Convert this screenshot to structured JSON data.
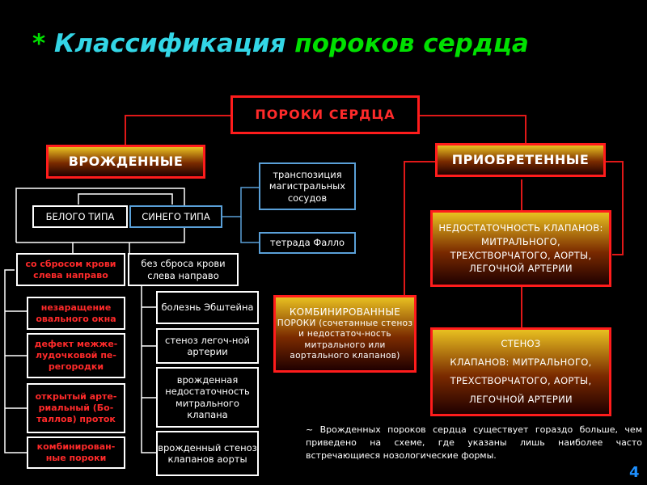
{
  "title": {
    "star": "*",
    "part1": "Классификация",
    "part2": "пороков сердца"
  },
  "root": "ПОРОКИ СЕРДЦА",
  "congenital": {
    "label": "ВРОЖДЕННЫЕ",
    "white": "БЕЛОГО ТИПА",
    "blue": "СИНЕГО ТИПА",
    "blue_items": [
      "транспозиция магистральных сосудов",
      "тетрада Фалло"
    ],
    "with_shunt": "со сбросом крови слева направо",
    "without_shunt": "без сброса крови слева направо",
    "with_shunt_items": [
      "незаращение овального окна",
      "дефект межже-лудочковой пе-регородки",
      "открытый арте-риальный (Бо-таллов) проток",
      "комбинирован-ные пороки"
    ],
    "without_shunt_items": [
      "болезнь Эбштейна",
      "стеноз легоч-ной артерии",
      "врожденная недостаточность митрального клапана",
      "врожденный стеноз клапанов аорты"
    ]
  },
  "acquired": {
    "label": "ПРИОБРЕТЕННЫЕ",
    "insufficiency": "НЕДОСТАТОЧНОСТЬ КЛАПАНОВ: МИТРАЛЬНОГО, ТРЕХСТВОРЧАТОГО, АОРТЫ, ЛЕГОЧНОЙ АРТЕРИИ",
    "stenosis": [
      "СТЕНОЗ",
      "КЛАПАНОВ: МИТРАЛЬНОГО,",
      "ТРЕХСТВОРЧАТОГО, АОРТЫ,",
      "ЛЕГОЧНОЙ АРТЕРИИ"
    ],
    "combined_title": "КОМБИНИРОВАННЫЕ",
    "combined_text": "ПОРОКИ (сочетанные стеноз и недостаточ-ность митрального или аортального клапанов)"
  },
  "note": "~ Врожденных пороков сердца существует гораздо больше, чем приведено на схеме, где указаны лишь наиболее часто встречающиеся нозологические формы.",
  "page_number": "4"
}
